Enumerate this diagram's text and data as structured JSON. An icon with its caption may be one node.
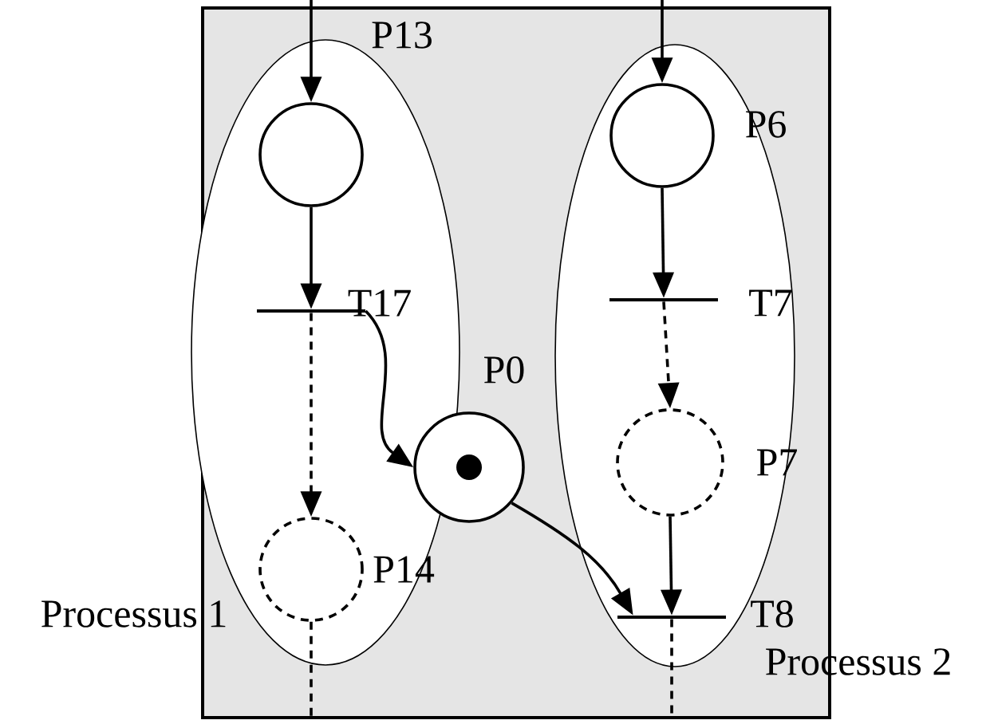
{
  "diagram": {
    "nodes": [
      {
        "text": [
          "Processus 1"
        ]
      },
      {
        "text": [
          "P13"
        ],
        "in": 0
      },
      {
        "text": [
          "T17"
        ],
        "in": 0
      },
      {
        "text": [
          "P14"
        ],
        "in": 0
      },
      {
        "text": [
          "P0"
        ]
      },
      {
        "text": [
          "Processus 2"
        ]
      },
      {
        "text": [
          "P6"
        ],
        "in": 5
      },
      {
        "text": [
          "T7"
        ],
        "in": 5
      },
      {
        "text": [
          "P7"
        ],
        "in": 5
      },
      {
        "text": [
          "T8"
        ],
        "in": 5
      }
    ],
    "edges": [
      {
        "from": null,
        "to": 1,
        "arrow": "to"
      },
      {
        "from": 1,
        "to": 2,
        "arrow": "to"
      },
      {
        "from": 2,
        "to": 3,
        "arrow": "to",
        "style": "dashed"
      },
      {
        "from": 2,
        "to": 4,
        "arrow": "to"
      },
      {
        "from": 3,
        "to": null,
        "arrow": "none",
        "style": "dashed"
      },
      {
        "from": null,
        "to": 6,
        "arrow": "to"
      },
      {
        "from": 6,
        "to": 7,
        "arrow": "to"
      },
      {
        "from": 7,
        "to": 8,
        "arrow": "to",
        "style": "dashed"
      },
      {
        "from": 8,
        "to": 9,
        "arrow": "to"
      },
      {
        "from": 4,
        "to": 9,
        "arrow": "to"
      },
      {
        "from": 9,
        "to": null,
        "arrow": "none",
        "style": "dashed"
      }
    ]
  }
}
